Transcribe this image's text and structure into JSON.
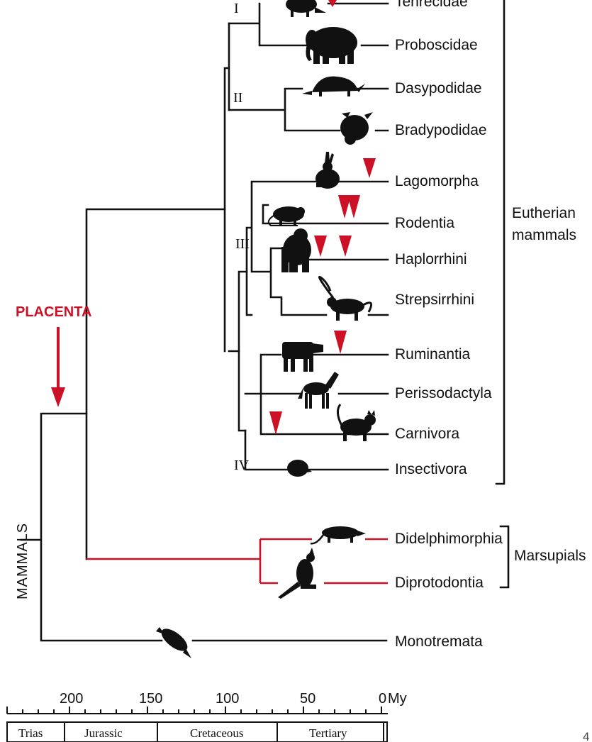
{
  "taxa": {
    "tenrecidae": "Tenrecidae",
    "proboscidae": "Proboscidae",
    "dasypodidae": "Dasypodidae",
    "bradypodidae": "Bradypodidae",
    "lagomorpha": "Lagomorpha",
    "rodentia": "Rodentia",
    "haplorrhini": "Haplorrhini",
    "strepsirrhini": "Strepsirrhini",
    "ruminantia": "Ruminantia",
    "perissodactyla": "Perissodactyla",
    "carnivora": "Carnivora",
    "insectivora": "Insectivora",
    "didelphimorphia": "Didelphimorphia",
    "diprotodontia": "Diprotodontia",
    "monotremata": "Monotremata"
  },
  "clades": {
    "I": "I",
    "II": "II",
    "III": "III",
    "IV": "IV"
  },
  "groups": {
    "eutherian_line1": "Eutherian",
    "eutherian_line2": "mammals",
    "marsupials": "Marsupials",
    "mammals": "MAMMALS"
  },
  "placenta_label": "PLACENTA",
  "timescale": {
    "unit_label": "My",
    "ticks": [
      "200",
      "150",
      "100",
      "50",
      "0"
    ],
    "periods": [
      "Trias",
      "Jurassic",
      "Cretaceous",
      "Tertiary"
    ]
  },
  "corner_mark": "4",
  "colors": {
    "tree": "#111111",
    "highlight": "#cc1126"
  },
  "icons": {
    "tenrec": "tenrec-silhouette-icon",
    "elephant": "elephant-silhouette-icon",
    "armadillo": "armadillo-silhouette-icon",
    "sloth": "sloth-silhouette-icon",
    "rabbit": "rabbit-silhouette-icon",
    "rat": "rat-silhouette-icon",
    "gorilla": "gorilla-silhouette-icon",
    "lemur": "lemur-silhouette-icon",
    "cow": "cow-silhouette-icon",
    "horse": "horse-silhouette-icon",
    "cat": "cat-silhouette-icon",
    "hedgehog": "hedgehog-silhouette-icon",
    "opossum": "opossum-silhouette-icon",
    "kangaroo": "kangaroo-silhouette-icon",
    "platypus": "platypus-silhouette-icon",
    "marker": "red-triangle-marker-icon"
  }
}
